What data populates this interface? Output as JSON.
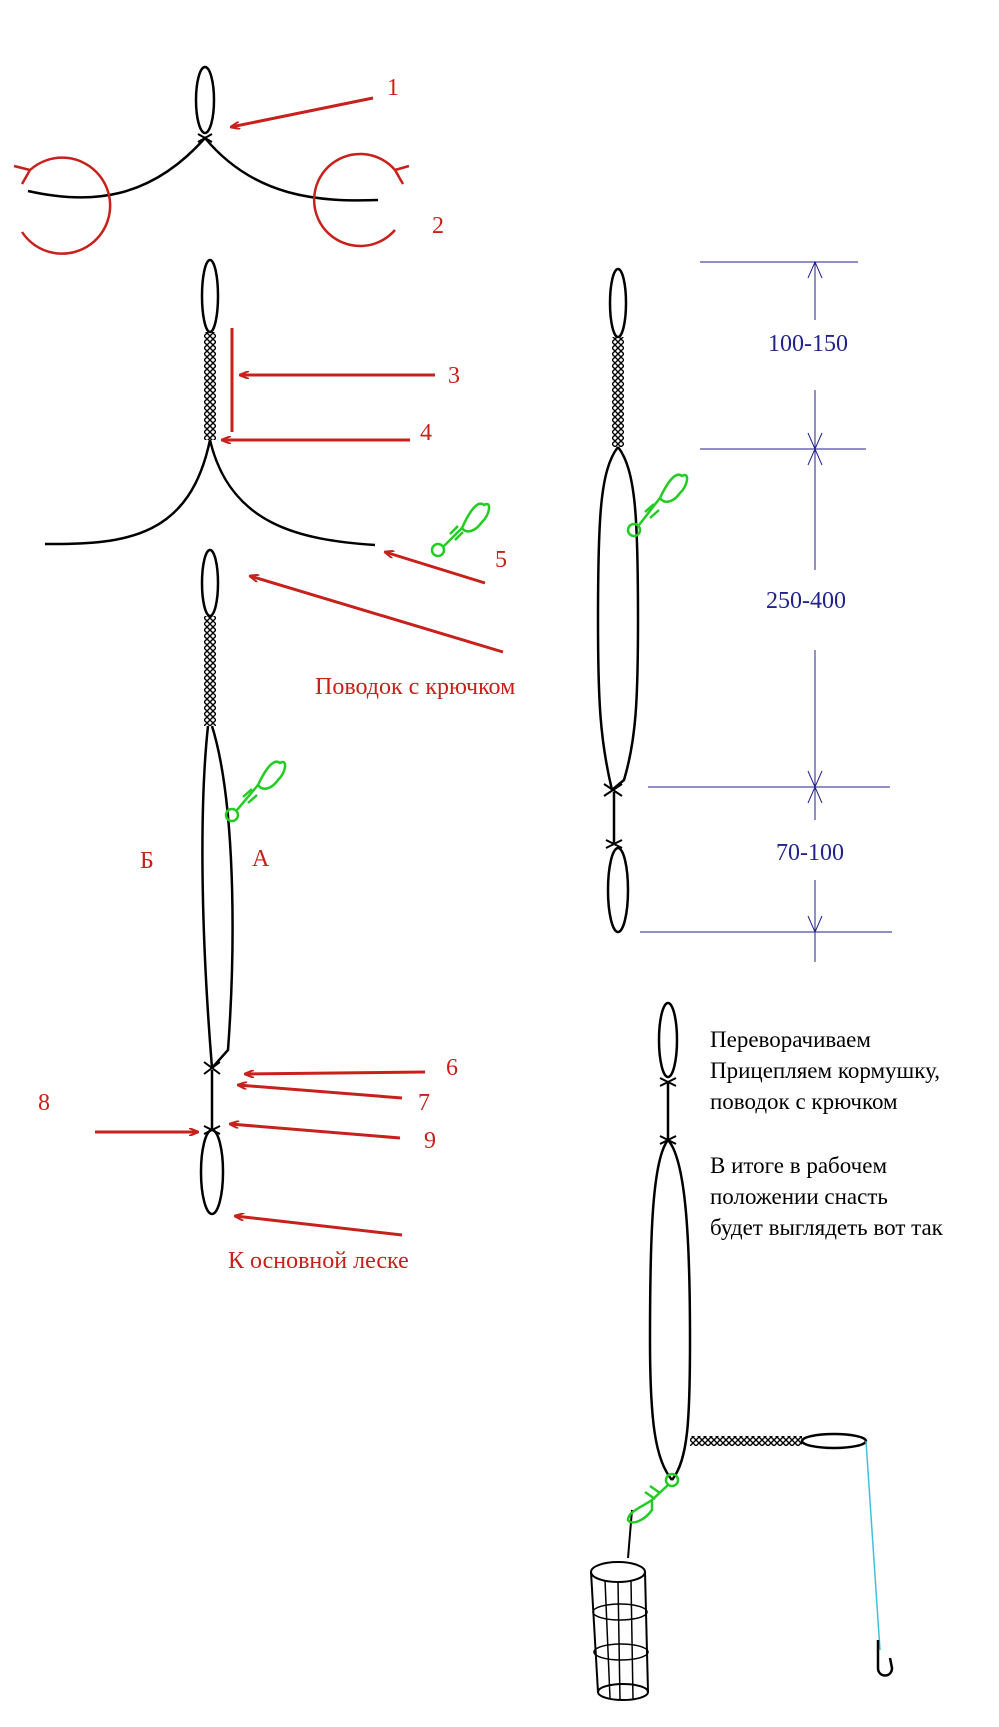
{
  "labels": {
    "n1": "1",
    "n2": "2",
    "n3": "3",
    "n4": "4",
    "n5": "5",
    "n6": "6",
    "n7": "7",
    "n8": "8",
    "n9": "9",
    "leader": "Поводок с крючком",
    "side_b": "Б",
    "side_a": "А",
    "main_line": "К основной леске"
  },
  "dimensions": {
    "top": "100-150",
    "middle": "250-400",
    "bottom": "70-100"
  },
  "instructions": {
    "line1": "Переворачиваем",
    "line2": "Прицепляем кормушку,",
    "line3": "поводок с крючком",
    "line4": "В итоге в рабочем",
    "line5": "положении снасть",
    "line6": "будет выглядеть вот так"
  },
  "colors": {
    "annotation": "#c8201a",
    "dimension": "#22228c",
    "swivel": "#22cc22",
    "hook_line": "#40c0e0",
    "line": "#000000"
  }
}
